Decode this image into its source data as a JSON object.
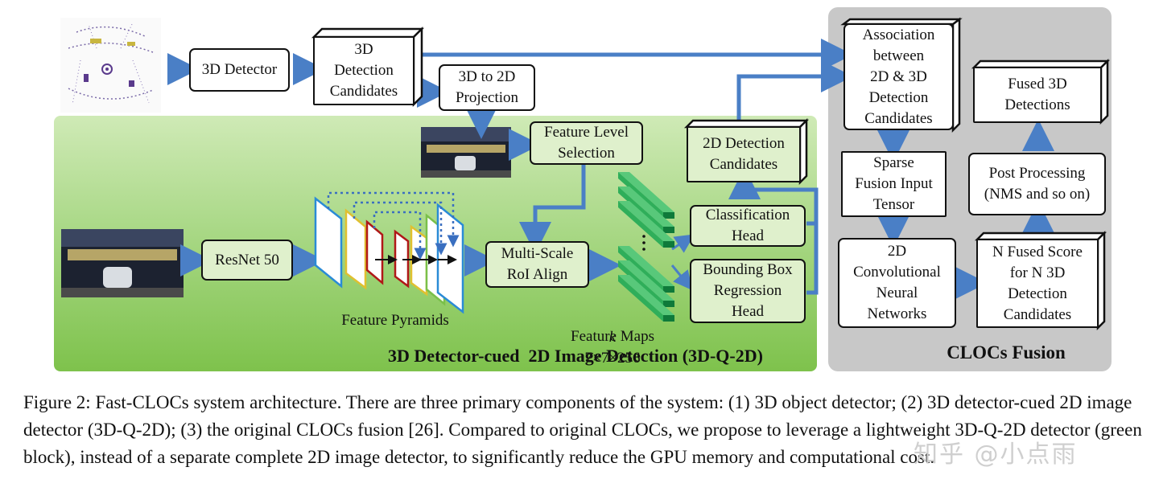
{
  "diagram": {
    "nodes": {
      "detector_3d": "3D Detector",
      "candidates_3d": "3D\nDetection\nCandidates",
      "projection": "3D to 2D\nProjection",
      "feature_level": "Feature Level\nSelection",
      "resnet": "ResNet 50",
      "feature_pyramids": "Feature Pyramids",
      "roi_align": "Multi-Scale\nRoI Align",
      "feature_maps_k": "k",
      "feature_maps_dims": "7×7×256",
      "feature_maps": "Feature Maps",
      "candidates_2d": "2D Detection\nCandidates",
      "cls_head": "Classification\nHead",
      "bbox_head": "Bounding Box\nRegression\nHead",
      "association": "Association\nbetween\n2D & 3D\nDetection\nCandidates",
      "sparse_tensor": "Sparse\nFusion Input\nTensor",
      "cnn_2d": "2D\nConvolutional\nNeural\nNetworks",
      "fused_score": "N Fused Score\nfor N 3D\nDetection\nCandidates",
      "post_processing": "Post Processing\n(NMS and so on)",
      "fused_3d": "Fused 3D\nDetections"
    },
    "regions": {
      "green_title": "3D Detector-cued  2D Image Detection (3D-Q-2D)",
      "gray_title": "CLOCs Fusion"
    },
    "colors": {
      "arrow": "#4a7fc6",
      "green_start": "#c6e6aa",
      "green_end": "#7cc24a",
      "gray": "#c8c8c8",
      "cube": "#2fae5a"
    }
  },
  "caption": "Figure 2: Fast-CLOCs system architecture. There are three primary components of the system: (1) 3D object detector; (2) 3D detector-cued 2D image detector (3D-Q-2D); (3) the original CLOCs fusion [26]. Compared to original CLOCs, we propose to leverage a lightweight 3D-Q-2D detector (green block), instead of a separate complete 2D image detector, to significantly reduce the GPU memory and computational cost.",
  "watermark": "知乎 @小点雨"
}
